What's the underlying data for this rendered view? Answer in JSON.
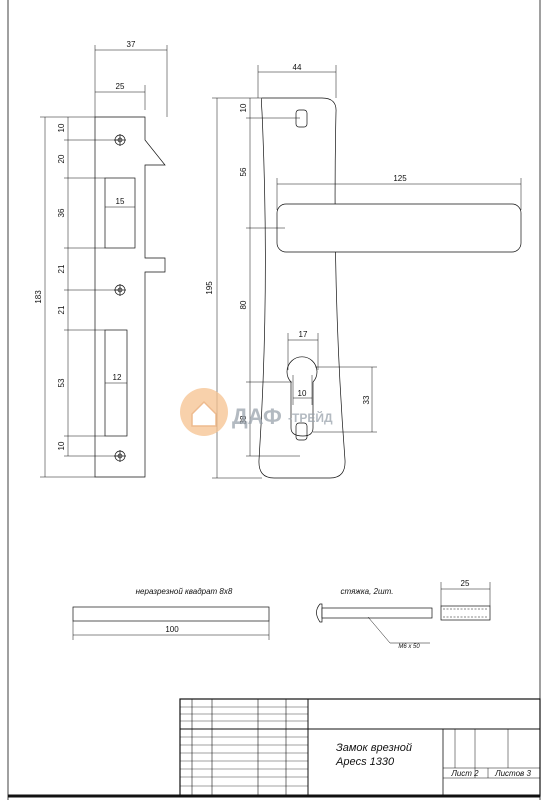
{
  "watermark": {
    "brand": "ДАФ",
    "suffix": "-ТРЕЙД"
  },
  "strike_plate": {
    "dims": {
      "width_overall": "37",
      "width_inner": "25",
      "height": "183",
      "top_offset": "10",
      "gap1": "20",
      "slot1": "36",
      "slot1_width": "15",
      "gap2": "21",
      "gap3": "21",
      "slot2": "53",
      "slot2_width": "12",
      "bottom_offset": "10"
    }
  },
  "handle_plate": {
    "dims": {
      "width": "44",
      "height": "195",
      "top_offset": "10",
      "to_handle": "56",
      "handle_length": "125",
      "to_cylinder": "80",
      "cyl_width": "17",
      "cyl_inner": "10",
      "cyl_height": "33",
      "bottom": "38"
    }
  },
  "spindle": {
    "label": "неразрезной квадрат 8х8",
    "length": "100"
  },
  "tie": {
    "label": "стяжка, 2шт.",
    "size": "М6 х 50",
    "sleeve_length": "25"
  },
  "title_block": {
    "title_line1": "Замок врезной",
    "title_line2": "Apecs 1330",
    "sheet_label": "Лист 2",
    "sheets_label": "Листов 3"
  }
}
